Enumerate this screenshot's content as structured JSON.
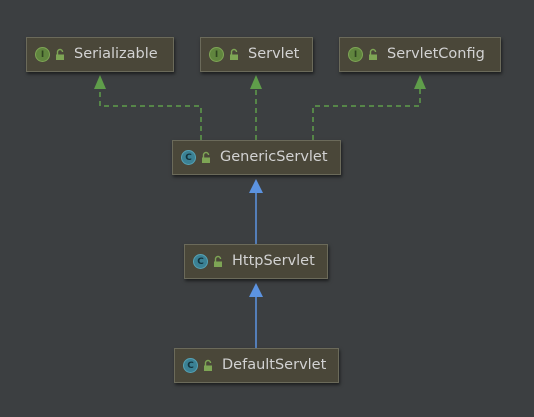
{
  "diagram": {
    "nodes": [
      {
        "id": "serializable",
        "label": "Serializable",
        "kind": "interface",
        "kind_glyph": "I",
        "icon": "interface-icon"
      },
      {
        "id": "servlet",
        "label": "Servlet",
        "kind": "interface",
        "kind_glyph": "I",
        "icon": "interface-icon"
      },
      {
        "id": "servletconfig",
        "label": "ServletConfig",
        "kind": "interface",
        "kind_glyph": "I",
        "icon": "interface-icon"
      },
      {
        "id": "genericservlet",
        "label": "GenericServlet",
        "kind": "class",
        "kind_glyph": "C",
        "icon": "class-icon"
      },
      {
        "id": "httpservlet",
        "label": "HttpServlet",
        "kind": "class",
        "kind_glyph": "C",
        "icon": "class-icon"
      },
      {
        "id": "defaultservlet",
        "label": "DefaultServlet",
        "kind": "class",
        "kind_glyph": "C",
        "icon": "class-icon"
      }
    ],
    "edges": [
      {
        "from": "genericservlet",
        "to": "serializable",
        "relation": "implements",
        "style": "dashed",
        "color": "#5f9d4a"
      },
      {
        "from": "genericservlet",
        "to": "servlet",
        "relation": "implements",
        "style": "dashed",
        "color": "#5f9d4a"
      },
      {
        "from": "genericservlet",
        "to": "servletconfig",
        "relation": "implements",
        "style": "dashed",
        "color": "#5f9d4a"
      },
      {
        "from": "httpservlet",
        "to": "genericservlet",
        "relation": "extends",
        "style": "solid",
        "color": "#5c93e0"
      },
      {
        "from": "defaultservlet",
        "to": "httpservlet",
        "relation": "extends",
        "style": "solid",
        "color": "#5c93e0"
      }
    ],
    "colors": {
      "background": "#3c3f41",
      "node_fill": "#4a4739",
      "node_border": "#6b6a5a",
      "node_text": "#d2d2d2",
      "interface_badge": "#60853e",
      "class_badge": "#3b8194",
      "implements_edge": "#5f9d4a",
      "extends_edge": "#5c93e0"
    },
    "visibility_icon": "open-lock-icon"
  }
}
